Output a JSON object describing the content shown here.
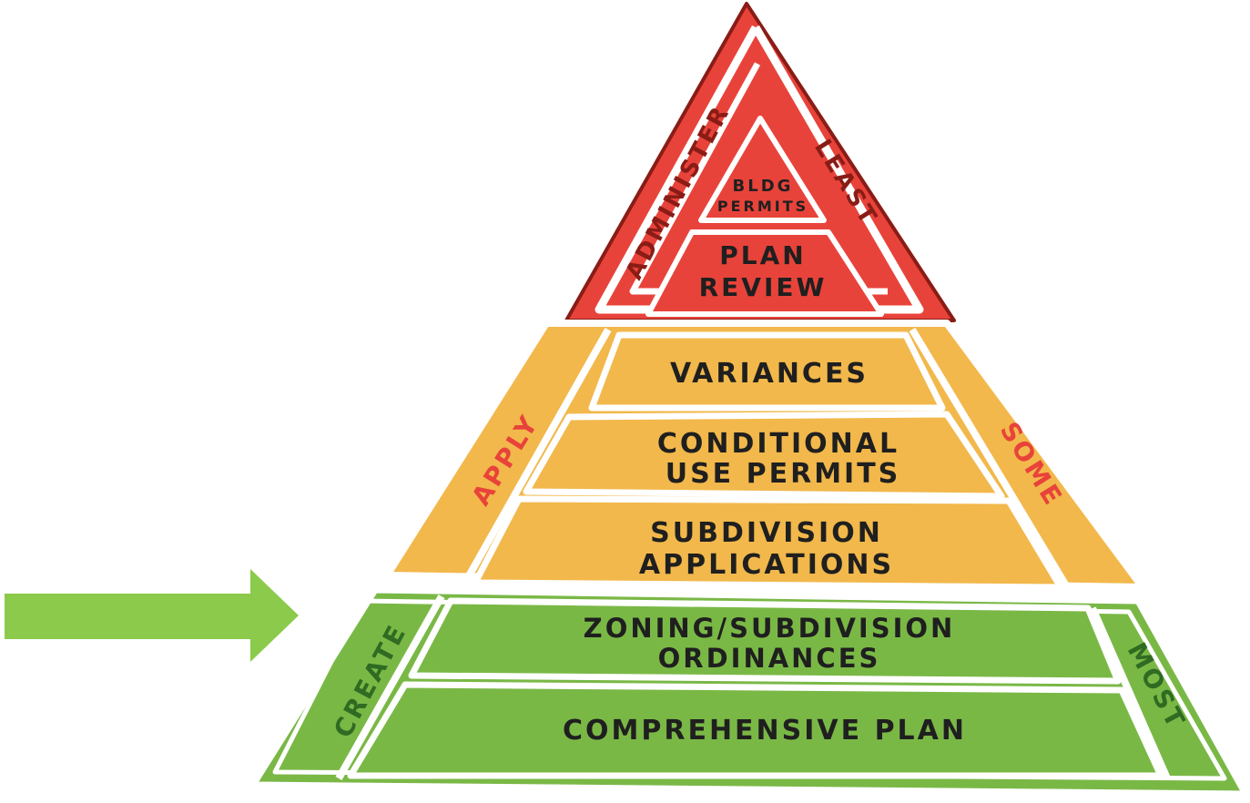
{
  "colors": {
    "red": "#e8433a",
    "red_stroke": "#8a1c16",
    "orange": "#f2b84b",
    "green": "#7ab846",
    "green_dark": "#2f6b22",
    "arrow_green": "#8bca4a",
    "text": "#1f1f1f"
  },
  "arrow": {
    "icon": "right-arrow-icon"
  },
  "tiers": {
    "top": {
      "side_left": "ADMINISTER",
      "side_right": "LEAST",
      "blocks": {
        "bldg_permits": {
          "line1": "BLDG",
          "line2": "PERMITS"
        },
        "plan_review": {
          "line1": "PLAN",
          "line2": "REVIEW"
        }
      }
    },
    "middle": {
      "side_left": "APPLY",
      "side_right": "SOME",
      "blocks": {
        "variances": {
          "line1": "VARIANCES"
        },
        "conditional": {
          "line1": "CONDITIONAL",
          "line2": "USE PERMITS"
        },
        "subdivision": {
          "line1": "SUBDIVISION",
          "line2": "APPLICATIONS"
        }
      }
    },
    "bottom": {
      "side_left": "CREATE",
      "side_right": "MOST",
      "blocks": {
        "zoning": {
          "line1": "ZONING/SUBDIVISION",
          "line2": "ORDINANCES"
        },
        "comprehensive": {
          "line1": "COMPREHENSIVE PLAN"
        }
      }
    }
  }
}
